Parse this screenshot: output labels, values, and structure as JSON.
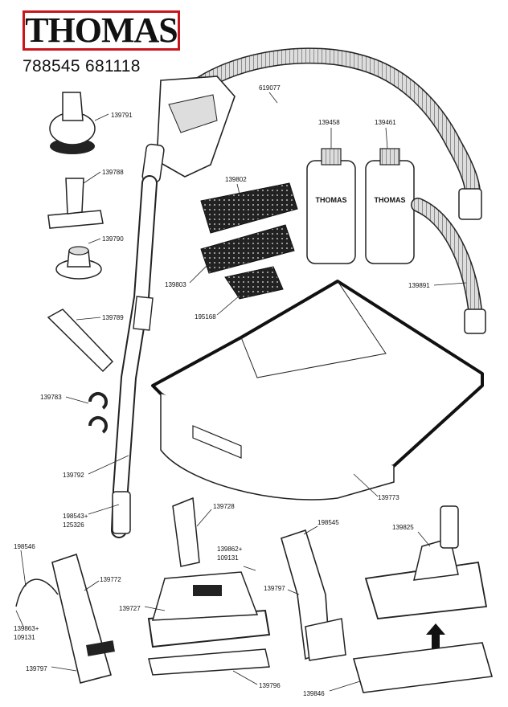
{
  "brand": "THOMAS",
  "article_numbers": "788545 681118",
  "parts": [
    {
      "id": "619077"
    },
    {
      "id": "139791"
    },
    {
      "id": "139788"
    },
    {
      "id": "139790"
    },
    {
      "id": "139789"
    },
    {
      "id": "139783"
    },
    {
      "id": "139792"
    },
    {
      "id": "198543+"
    },
    {
      "id": "125326"
    },
    {
      "id": "139802"
    },
    {
      "id": "139803"
    },
    {
      "id": "195168"
    },
    {
      "id": "139458"
    },
    {
      "id": "139461"
    },
    {
      "id": "139891"
    },
    {
      "id": "139773"
    },
    {
      "id": "139728"
    },
    {
      "id": "198545"
    },
    {
      "id": "139862+"
    },
    {
      "id": "109131"
    },
    {
      "id": "139797"
    },
    {
      "id": "139825"
    },
    {
      "id": "198546"
    },
    {
      "id": "139772"
    },
    {
      "id": "139727"
    },
    {
      "id": "139863+"
    },
    {
      "id": "109131"
    },
    {
      "id": "139797"
    },
    {
      "id": "139796"
    },
    {
      "id": "139846"
    }
  ],
  "bottle_label": "THOMAS",
  "accent_color": "#c8161d"
}
